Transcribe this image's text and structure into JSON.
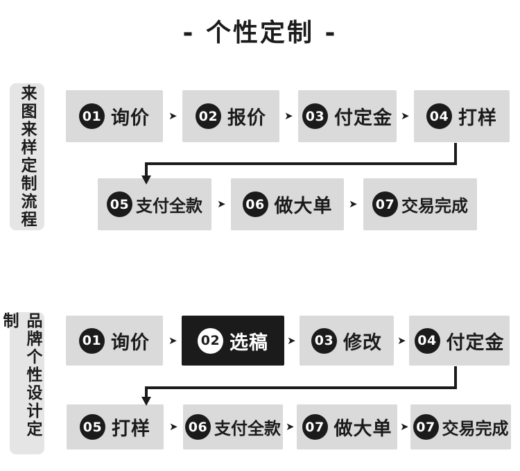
{
  "title": "- 个性定制 -",
  "glyphs": {
    "arrow": "➤"
  },
  "colors": {
    "page_bg": "#ffffff",
    "box_bg": "#dadada",
    "box_bg_dark": "#1b1b1b",
    "label_bg": "#e5e5e5",
    "text": "#1b1b1b",
    "badge_bg": "#1b1b1b",
    "badge_text": "#ffffff"
  },
  "sections": [
    {
      "label": "来图来样定制流程",
      "rows": [
        {
          "steps": [
            {
              "num": "01",
              "text": "询价"
            },
            {
              "num": "02",
              "text": "报价"
            },
            {
              "num": "03",
              "text": "付定金"
            },
            {
              "num": "04",
              "text": "打样"
            }
          ]
        },
        {
          "steps": [
            {
              "num": "05",
              "text": "支付全款"
            },
            {
              "num": "06",
              "text": "做大单"
            },
            {
              "num": "07",
              "text": "交易完成"
            }
          ]
        }
      ]
    },
    {
      "label": "品牌个性设计定制",
      "rows": [
        {
          "steps": [
            {
              "num": "01",
              "text": "询价"
            },
            {
              "num": "02",
              "text": "选稿",
              "highlight": true
            },
            {
              "num": "03",
              "text": "修改"
            },
            {
              "num": "04",
              "text": "付定金"
            }
          ]
        },
        {
          "steps": [
            {
              "num": "05",
              "text": "打样"
            },
            {
              "num": "06",
              "text": "支付全款"
            },
            {
              "num": "07",
              "text": "做大单"
            },
            {
              "num": "07",
              "text": "交易完成"
            }
          ]
        }
      ]
    }
  ]
}
